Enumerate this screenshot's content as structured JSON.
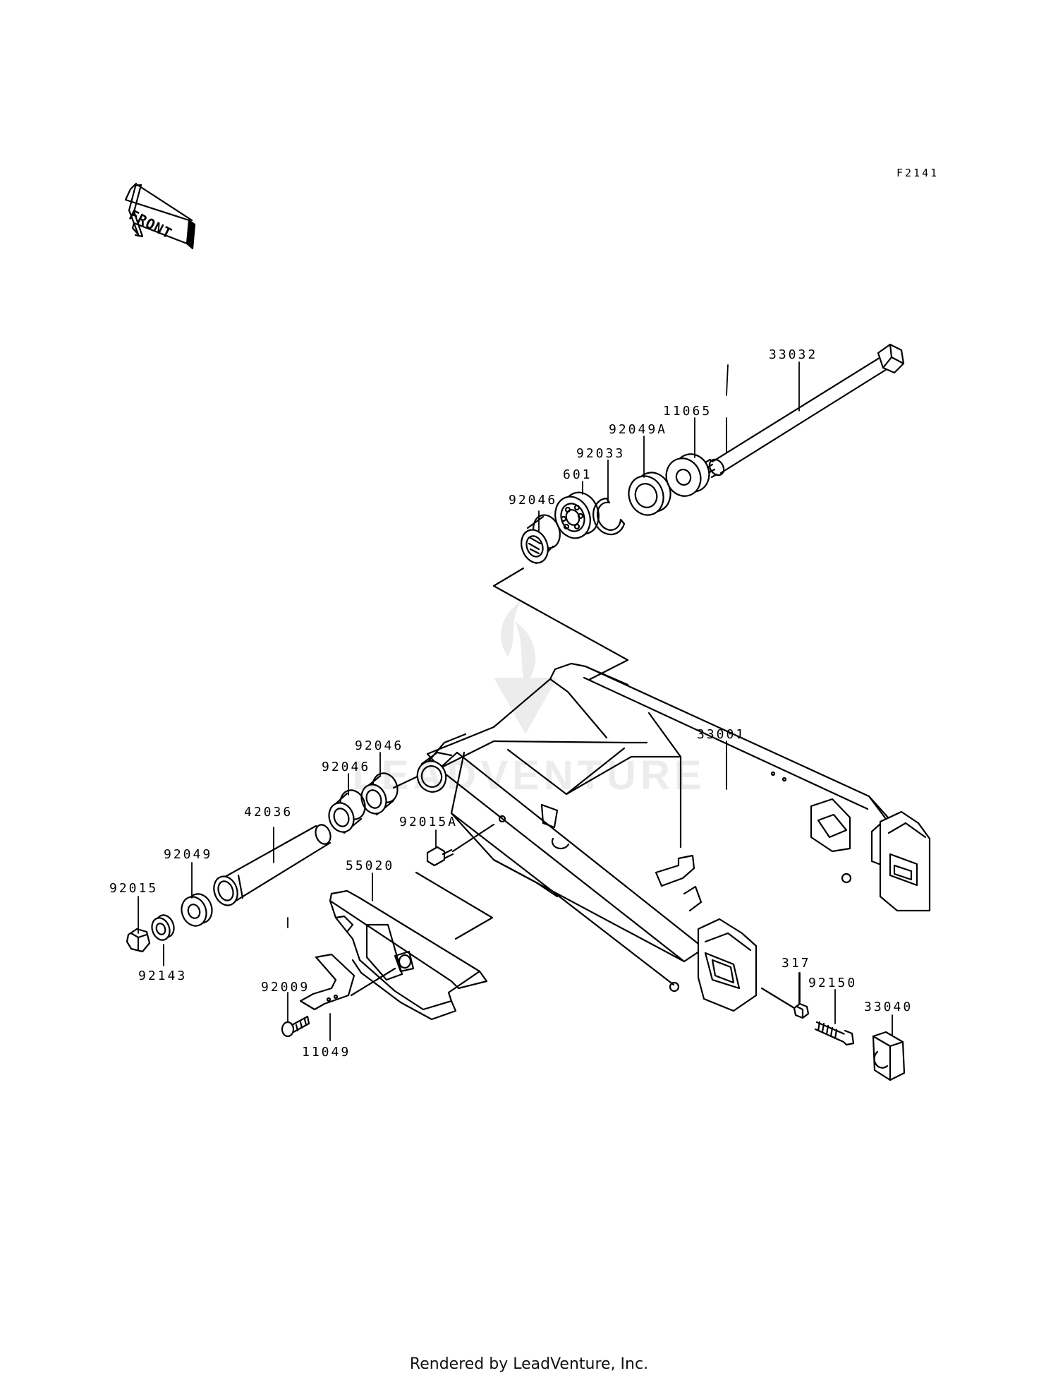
{
  "diagram": {
    "code": "F2141",
    "front_label": "FRONT",
    "footer": "Rendered by LeadVenture, Inc.",
    "watermark": "LEADVENTURE"
  },
  "parts": [
    "33032",
    "11065",
    "92049A",
    "92033",
    "601",
    "92046",
    "33001",
    "92046",
    "92046",
    "92015A",
    "42036",
    "92049",
    "92015",
    "55020",
    "92143",
    "92009",
    "11049",
    "317",
    "92150",
    "33040"
  ]
}
